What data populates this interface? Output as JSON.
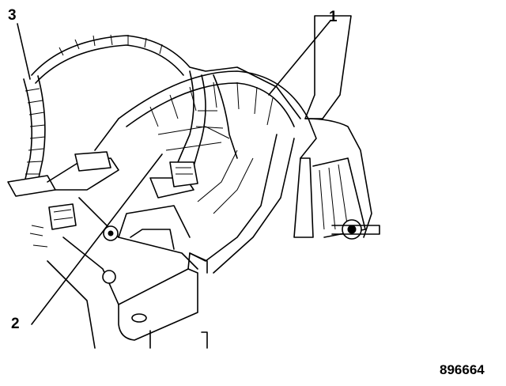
{
  "callouts": {
    "one": "1",
    "two": "2",
    "three": "3"
  },
  "figure_id": "896664"
}
